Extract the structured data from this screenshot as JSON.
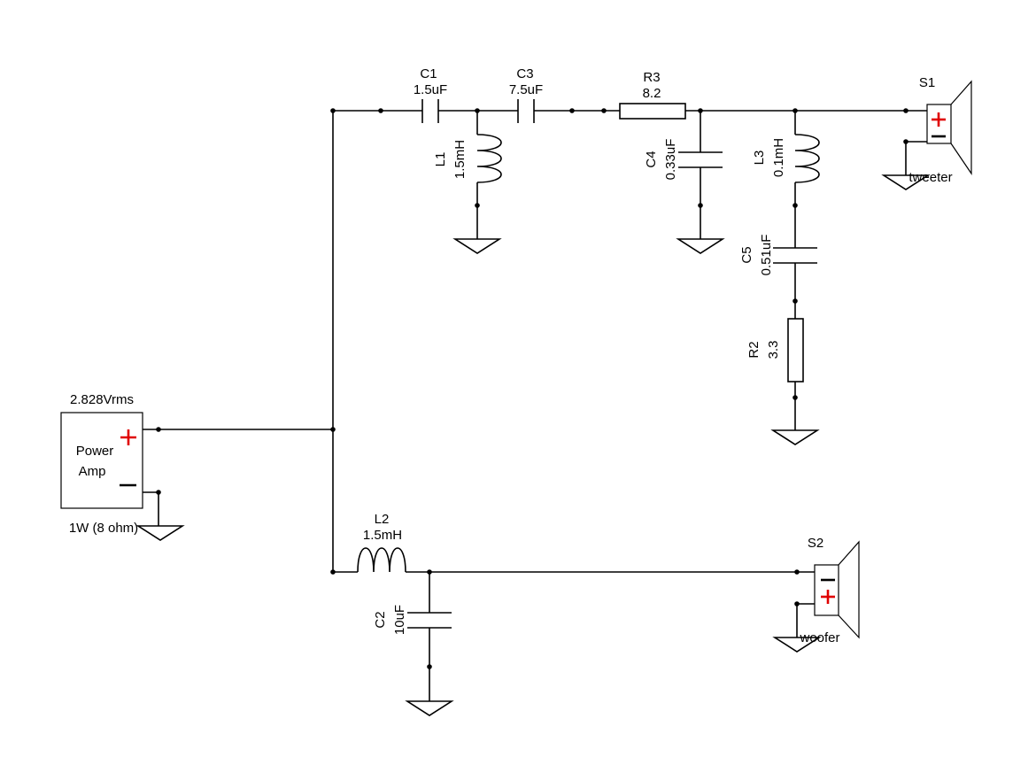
{
  "components": {
    "c1": {
      "name": "C1",
      "value": "1.5uF"
    },
    "c3": {
      "name": "C3",
      "value": "7.5uF"
    },
    "r3": {
      "name": "R3",
      "value": "8.2"
    },
    "l1": {
      "name": "L1",
      "value": "1.5mH"
    },
    "c4": {
      "name": "C4",
      "value": "0.33uF"
    },
    "l3": {
      "name": "L3",
      "value": "0.1mH"
    },
    "c5": {
      "name": "C5",
      "value": "0.51uF"
    },
    "r2": {
      "name": "R2",
      "value": "3.3"
    },
    "l2": {
      "name": "L2",
      "value": "1.5mH"
    },
    "c2": {
      "name": "C2",
      "value": "10uF"
    },
    "s1": {
      "name": "S1",
      "label": "tweeter"
    },
    "s2": {
      "name": "S2",
      "label": "woofer"
    }
  },
  "amp": {
    "voltage": "2.828Vrms",
    "line1": "Power",
    "line2": "Amp",
    "power": "1W (8 ohm)"
  },
  "colors": {
    "wire": "#000000",
    "plus_terminal": "#e00000"
  }
}
